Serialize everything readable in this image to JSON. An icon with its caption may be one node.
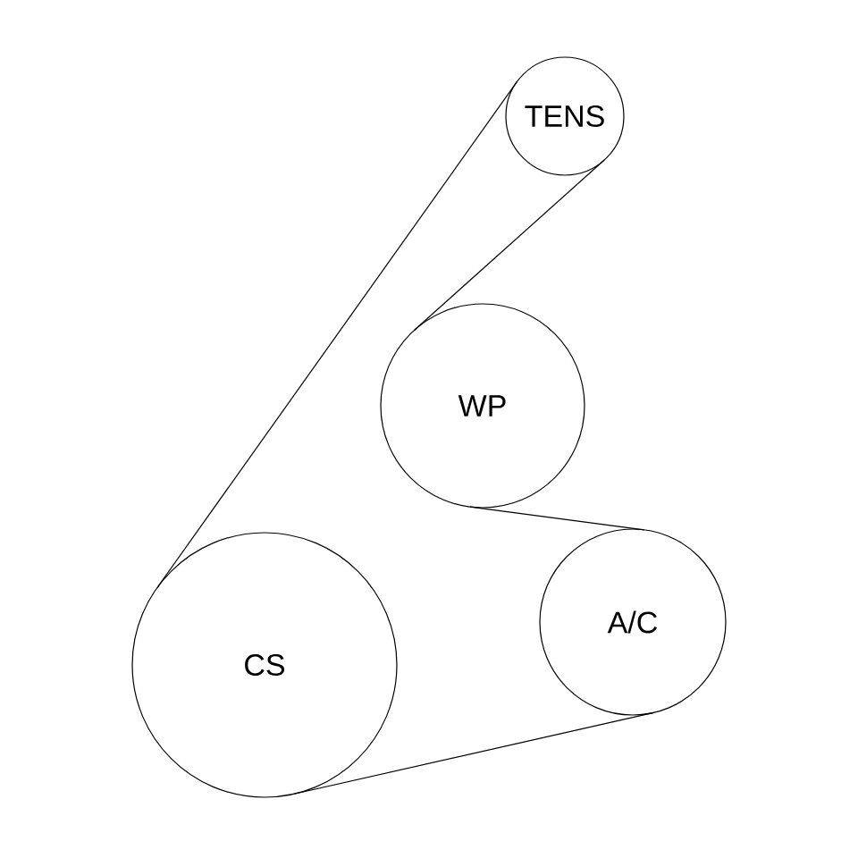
{
  "diagram": {
    "nodes": [
      {
        "text": [
          "TENS"
        ]
      },
      {
        "text": [
          "WP"
        ]
      },
      {
        "text": [
          "A/C"
        ]
      },
      {
        "text": [
          "CS"
        ]
      }
    ],
    "edges": [
      {
        "from": 3,
        "to": 0,
        "arrow": "none"
      },
      {
        "from": 0,
        "to": 1,
        "arrow": "none"
      },
      {
        "from": 1,
        "to": 2,
        "arrow": "none"
      },
      {
        "from": 2,
        "to": 3,
        "arrow": "none"
      }
    ]
  }
}
